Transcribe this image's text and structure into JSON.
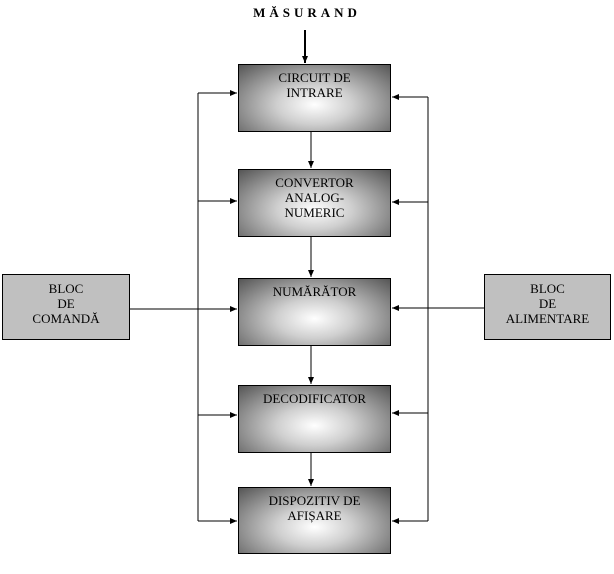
{
  "input_label": "MĂSURAND",
  "blocks": {
    "circuit_intrare": [
      "CIRCUIT DE",
      "INTRARE"
    ],
    "convertor": [
      "CONVERTOR",
      "ANALOG-",
      "NUMERIC"
    ],
    "numarator": [
      "NUMĂRĂTOR"
    ],
    "decodificator": [
      "DECODIFICATOR"
    ],
    "dispozitiv_afisare": [
      "DISPOZITIV DE",
      "AFIȘARE"
    ],
    "bloc_comanda": [
      "BLOC",
      "DE",
      "COMANDĂ"
    ],
    "bloc_alimentare": [
      "BLOC",
      "DE",
      "ALIMENTARE"
    ]
  }
}
